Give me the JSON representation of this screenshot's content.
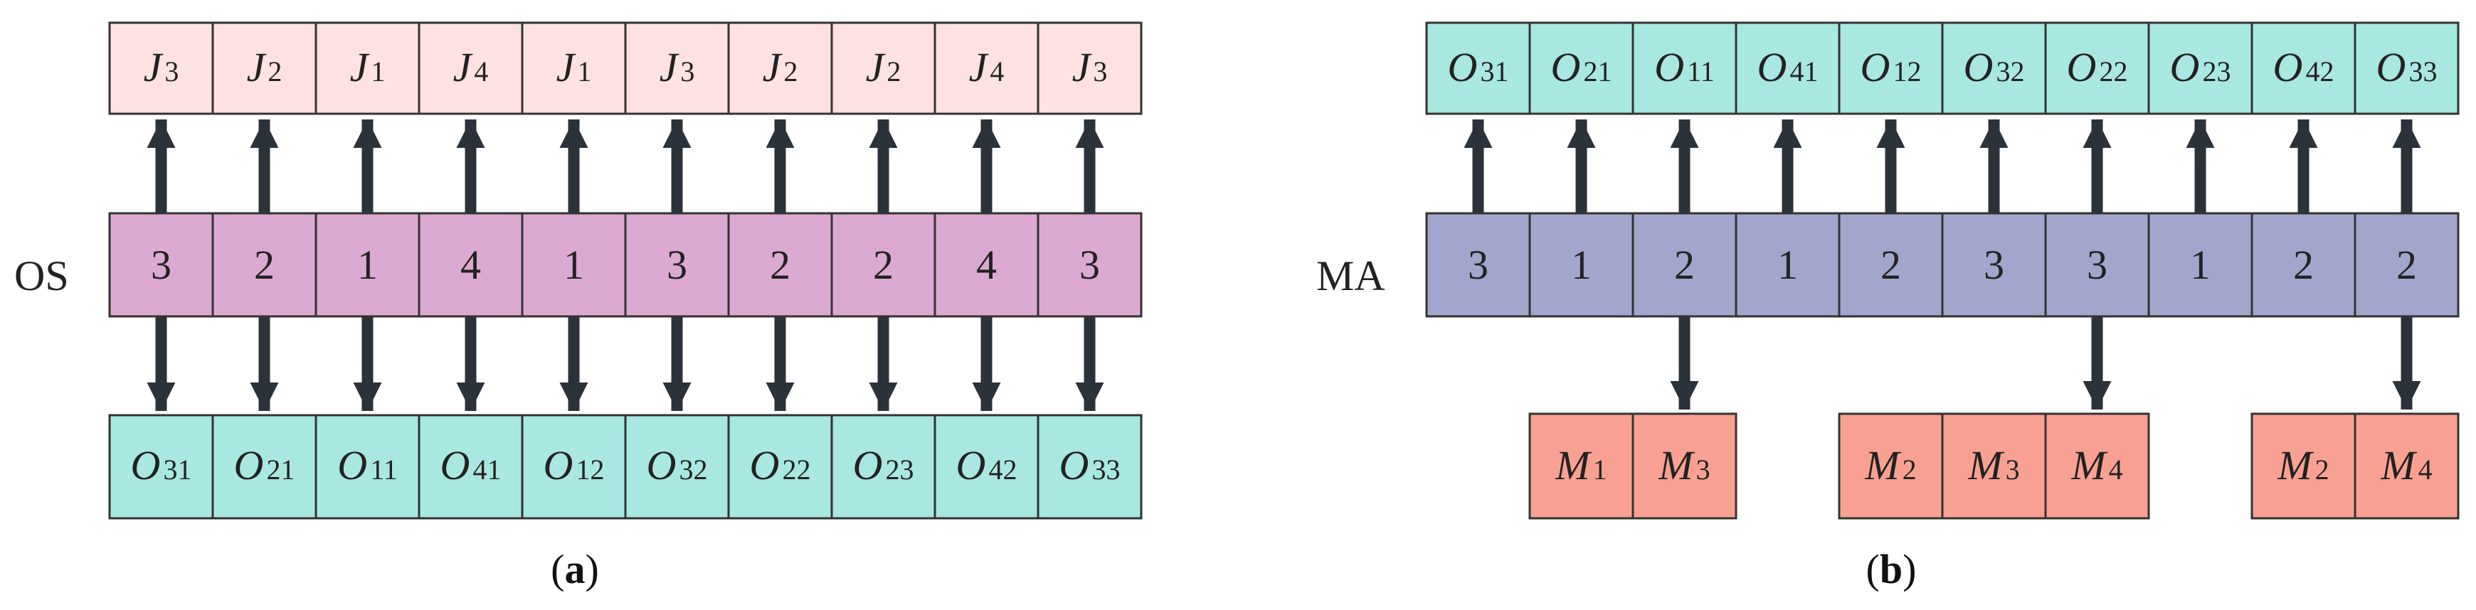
{
  "panel_a": {
    "row_label": "OS",
    "caption_open": "(",
    "caption_letter": "a",
    "caption_close": ")",
    "job_row": [
      {
        "letter": "J",
        "sub": "3"
      },
      {
        "letter": "J",
        "sub": "2"
      },
      {
        "letter": "J",
        "sub": "1"
      },
      {
        "letter": "J",
        "sub": "4"
      },
      {
        "letter": "J",
        "sub": "1"
      },
      {
        "letter": "J",
        "sub": "3"
      },
      {
        "letter": "J",
        "sub": "2"
      },
      {
        "letter": "J",
        "sub": "2"
      },
      {
        "letter": "J",
        "sub": "4"
      },
      {
        "letter": "J",
        "sub": "3"
      }
    ],
    "os_row": [
      "3",
      "2",
      "1",
      "4",
      "1",
      "3",
      "2",
      "2",
      "4",
      "3"
    ],
    "op_row": [
      {
        "letter": "O",
        "sub": "31"
      },
      {
        "letter": "O",
        "sub": "21"
      },
      {
        "letter": "O",
        "sub": "11"
      },
      {
        "letter": "O",
        "sub": "41"
      },
      {
        "letter": "O",
        "sub": "12"
      },
      {
        "letter": "O",
        "sub": "32"
      },
      {
        "letter": "O",
        "sub": "22"
      },
      {
        "letter": "O",
        "sub": "23"
      },
      {
        "letter": "O",
        "sub": "42"
      },
      {
        "letter": "O",
        "sub": "33"
      }
    ]
  },
  "panel_b": {
    "row_label": "MA",
    "caption_open": "(",
    "caption_letter": "b",
    "caption_close": ")",
    "op_row": [
      {
        "letter": "O",
        "sub": "31"
      },
      {
        "letter": "O",
        "sub": "21"
      },
      {
        "letter": "O",
        "sub": "11"
      },
      {
        "letter": "O",
        "sub": "41"
      },
      {
        "letter": "O",
        "sub": "12"
      },
      {
        "letter": "O",
        "sub": "32"
      },
      {
        "letter": "O",
        "sub": "22"
      },
      {
        "letter": "O",
        "sub": "23"
      },
      {
        "letter": "O",
        "sub": "42"
      },
      {
        "letter": "O",
        "sub": "33"
      }
    ],
    "ma_row": [
      "3",
      "1",
      "2",
      "1",
      "2",
      "3",
      "3",
      "1",
      "2",
      "2"
    ],
    "machine_groups": [
      {
        "from_index": 2,
        "machines": [
          {
            "letter": "M",
            "sub": "1"
          },
          {
            "letter": "M",
            "sub": "3"
          }
        ]
      },
      {
        "from_index": 6,
        "machines": [
          {
            "letter": "M",
            "sub": "2"
          },
          {
            "letter": "M",
            "sub": "3"
          },
          {
            "letter": "M",
            "sub": "4"
          }
        ]
      },
      {
        "from_index": 9,
        "machines": [
          {
            "letter": "M",
            "sub": "2"
          },
          {
            "letter": "M",
            "sub": "4"
          }
        ]
      }
    ]
  },
  "colors": {
    "job_fill": "#FDE2E1",
    "operation_fill": "#A9E7E1",
    "os_fill": "#DCA9D0",
    "ma_fill": "#A2A6CC",
    "machine_fill": "#F8A193",
    "arrow": "#2B323A"
  }
}
